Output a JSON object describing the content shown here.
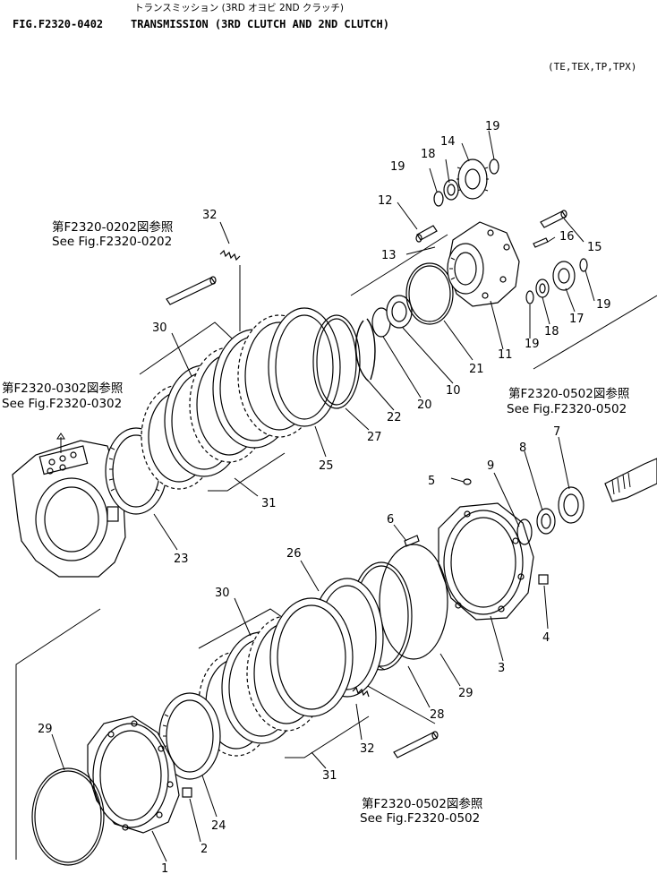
{
  "header": {
    "jp_title": "トランスミッション (3RD オヨビ 2ND クラッチ)",
    "fig_code": "FIG.F2320-0402",
    "en_title": "TRANSMISSION (3RD CLUTCH AND 2ND CLUTCH)",
    "models": "(TE,TEX,TP,TPX)"
  },
  "references": [
    {
      "jp": "第F2320-0202図参照",
      "en": "See Fig.F2320-0202"
    },
    {
      "jp": "第F2320-0302図参照",
      "en": "See Fig.F2320-0302"
    },
    {
      "jp": "第F2320-0502図参照",
      "en": "See Fig.F2320-0502"
    },
    {
      "jp": "第F2320-0502図参照",
      "en": "See Fig.F2320-0502"
    }
  ],
  "callouts": [
    "19",
    "14",
    "18",
    "19",
    "12",
    "13",
    "16",
    "15",
    "17",
    "19",
    "18",
    "19",
    "11",
    "21",
    "10",
    "20",
    "22",
    "27",
    "32",
    "30",
    "25",
    "31",
    "23",
    "5",
    "9",
    "8",
    "7",
    "6",
    "4",
    "3",
    "26",
    "30",
    "29",
    "28",
    "32",
    "31",
    "29",
    "24",
    "2",
    "1"
  ]
}
